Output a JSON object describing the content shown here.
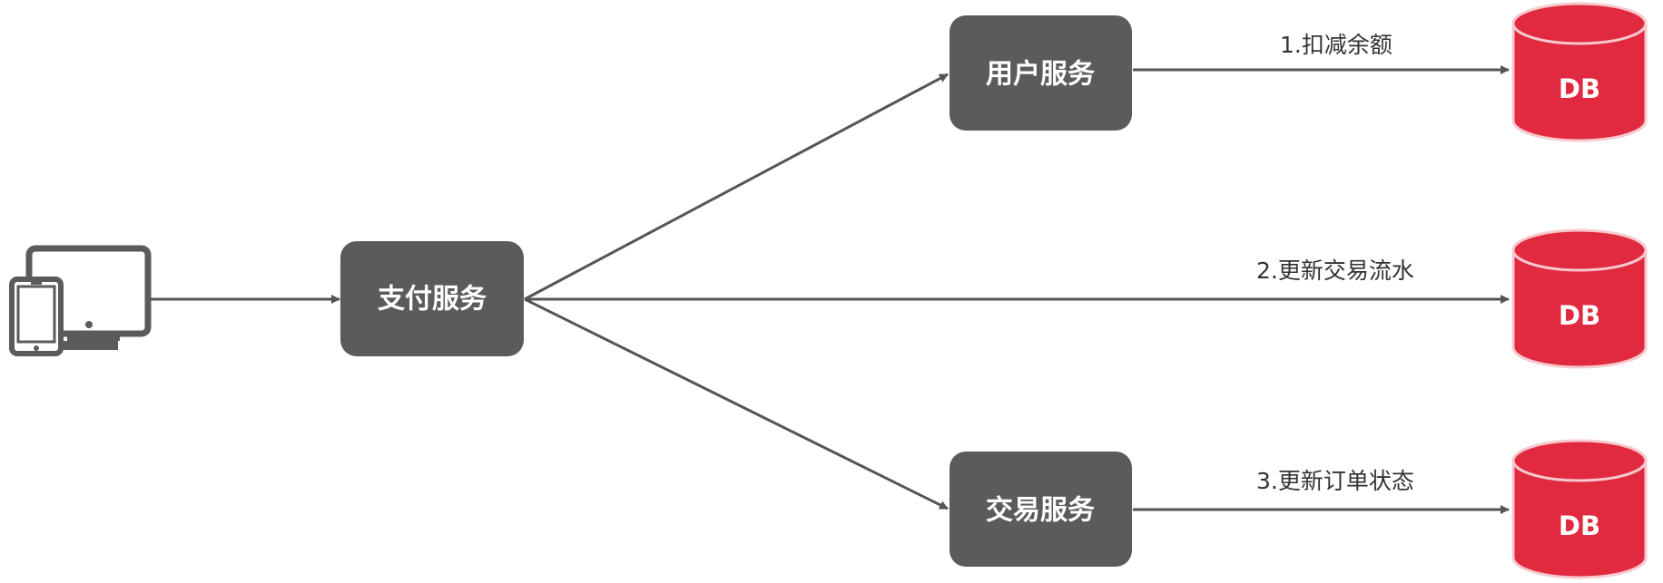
{
  "services": {
    "payment": "支付服务",
    "user": "用户服务",
    "trade": "交易服务"
  },
  "databases": {
    "db1": "DB",
    "db2": "DB",
    "db3": "DB"
  },
  "edges": {
    "deduct_balance": "1.扣减余额",
    "update_flow": "2.更新交易流水",
    "update_order": "3.更新订单状态"
  },
  "icons": {
    "client": "devices-icon"
  },
  "colors": {
    "service_fill": "#5a5b5a",
    "db_fill": "#e1293f",
    "db_rim": "#f7c9cf",
    "arrow": "#555555"
  }
}
